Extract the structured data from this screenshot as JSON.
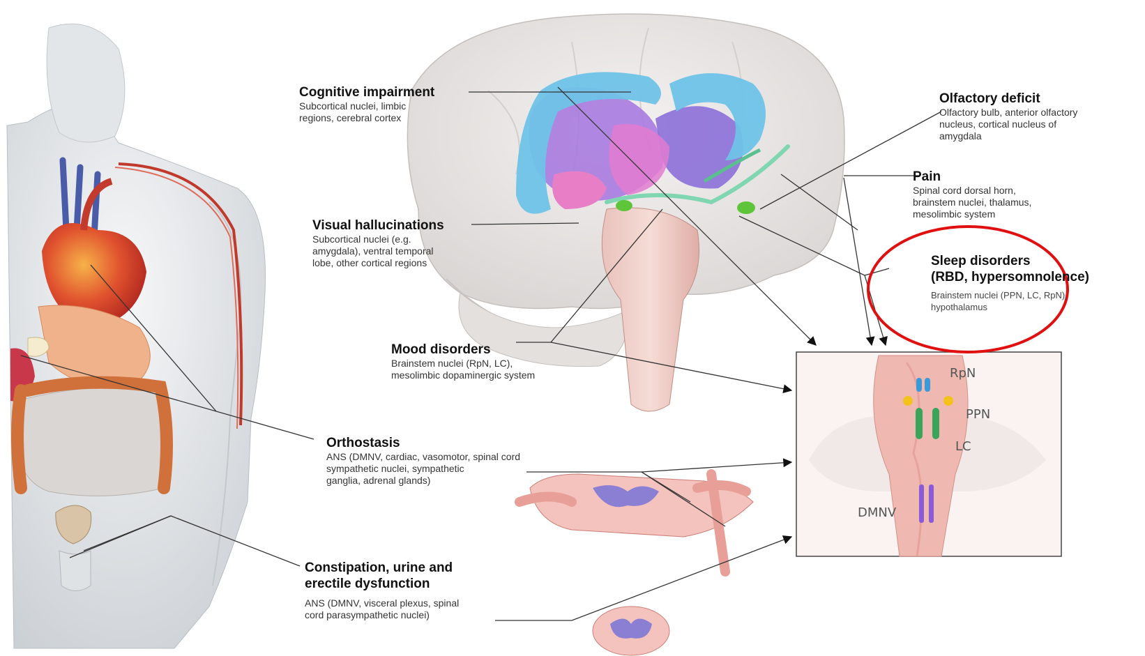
{
  "labels": {
    "cognitive": {
      "title": "Cognitive impairment",
      "desc": [
        "Subcortical nuclei, limbic",
        "regions, cerebral cortex"
      ]
    },
    "olfactory": {
      "title": "Olfactory deficit",
      "desc": [
        "Olfactory bulb, anterior olfactory",
        "nucleus, cortical nucleus of",
        "amygdala"
      ]
    },
    "pain": {
      "title": "Pain",
      "desc": [
        "Spinal cord dorsal horn,",
        "brainstem nuclei, thalamus,",
        "mesolimbic system"
      ]
    },
    "visual": {
      "title": "Visual hallucinations",
      "desc": [
        "Subcortical nuclei (e.g.",
        "amygdala), ventral temporal",
        "lobe, other cortical regions"
      ]
    },
    "sleep": {
      "title_1": "Sleep disorders",
      "title_2": "(RBD, hypersomnolence)",
      "desc": [
        "Brainstem nuclei (PPN, LC, RpN),",
        "hypothalamus"
      ]
    },
    "mood": {
      "title": "Mood disorders",
      "desc": [
        "Brainstem nuclei (RpN, LC),",
        "mesolimbic dopaminergic system"
      ]
    },
    "orthostasis": {
      "title": "Orthostasis",
      "desc": [
        "ANS (DMNV, cardiac, vasomotor, spinal cord",
        "sympathetic nuclei, sympathetic",
        "ganglia, adrenal glands)"
      ]
    },
    "constipation": {
      "title_1": "Constipation, urine and",
      "title_2": "erectile dysfunction",
      "desc": [
        "ANS (DMNV, visceral plexus, spinal",
        "cord parasympathetic nuclei)"
      ]
    }
  },
  "inset": {
    "rpn": "RpN",
    "ppn": "PPN",
    "lc": "LC",
    "dmnv": "DMNV"
  },
  "colors": {
    "highlight_ellipse": "#e01010",
    "leader_line": "#333333"
  }
}
